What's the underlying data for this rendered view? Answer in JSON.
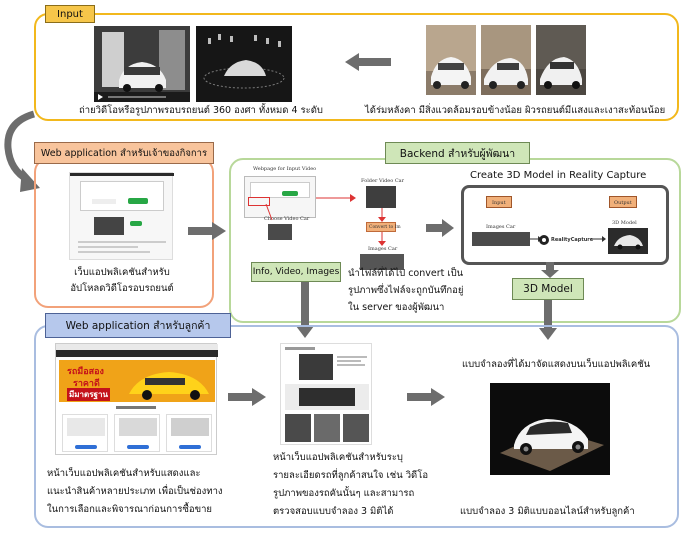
{
  "input": {
    "tag": "Input",
    "caption_left": "ถ่ายวิดีโอหรือรูปภาพรอบรถยนต์ 360 องศา ทั้งหมด 4 ระดับ",
    "caption_right": "ได้ร่มหลังคา มีสิ่งแวดล้อมรอบข้างน้อย ผิวรถยนต์มีแสงและเงาสะท้อนน้อย"
  },
  "owner_app": {
    "tag": "Web application สำหรับเจ้าของกิจการ",
    "caption_line1": "เว็บแอปพลิเคชันสำหรับ",
    "caption_line2": "อัปโหลดวิดีโอรอบรถยนต์"
  },
  "backend": {
    "tag": "Backend สำหรับผู้พัฒนา",
    "info_tag": "Info, Video, Images",
    "caption_line1": "นำไฟล์ที่ได้ไป convert เป็น",
    "caption_line2": "รูปภาพซึ่งไฟล์จะถูกบันทึกอยู่",
    "caption_line3": "ใน server ของผู้พัฒนา",
    "reality_capture_title": "Create 3D Model in Reality Capture",
    "model_tag": "3D Model",
    "flow": {
      "webpage_label": "Webpage for Input Video",
      "choose_label": "Choose Video Car",
      "folder_label": "Folder Video Car",
      "convert_label": "Convert to Im",
      "images_label": "Images Car",
      "rc_input": "Input",
      "rc_images": "Images Car",
      "rc_output": "Output",
      "rc_model": "3D Model",
      "rc_logo": "RealityCapture"
    }
  },
  "customer_app": {
    "tag": "Web application สำหรับลูกค้า",
    "caption1_line1": "หน้าเว็บแอปพลิเคชันสำหรับแสดงและ",
    "caption1_line2": "แนะนำสินค้าหลายประเภท เพื่อเป็นช่องทาง",
    "caption1_line3": "ในการเลือกและพิจารณาก่อนการซื้อขาย",
    "caption2_line1": "หน้าเว็บแอปพลิเคชันสำหรับระบุ",
    "caption2_line2": "รายละเอียดรถที่ลูกค้าสนใจ เช่น วิดีโอ",
    "caption2_line3": "รูปภาพของรถคันนั้นๆ และสามารถ",
    "caption2_line4": "ตรวจสอบแบบจำลอง 3 มิติได้",
    "caption3_top": "แบบจำลองที่ได้มาจัดแสดงบนเว็บแอปพลิเคชัน",
    "caption3_bottom": "แบบจำลอง 3 มิติแบบออนไลน์สำหรับลูกค้า",
    "banner_text_1": "รถมือสอง",
    "banner_text_2": "ราคาดี",
    "banner_text_3": "มีมาตรฐาน"
  },
  "colors": {
    "input_border": "#f2b81c",
    "owner_border": "#f2a27a",
    "backend_border": "#b8d89a",
    "customer_border": "#a9bde0",
    "arrow": "#6d6d6d",
    "rc_box": "#555555"
  }
}
